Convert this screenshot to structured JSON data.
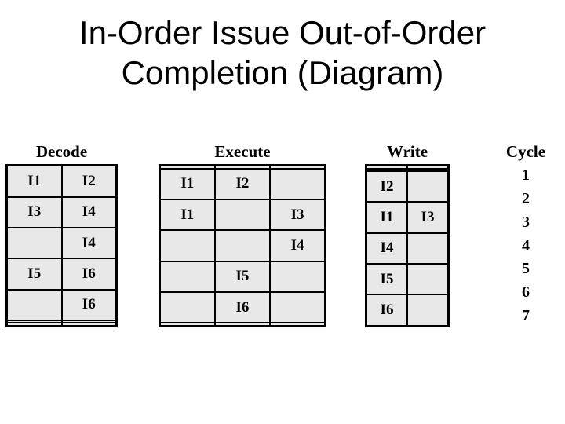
{
  "slide": {
    "title_line1": "In-Order Issue Out-of-Order",
    "title_line2": "Completion (Diagram)"
  },
  "diagram": {
    "stages": [
      {
        "name": "decode",
        "header": "Decode",
        "columns": 2,
        "rows": [
          [
            "I1",
            "I2"
          ],
          [
            "I3",
            "I4"
          ],
          [
            "",
            "I4"
          ],
          [
            "I5",
            "I6"
          ],
          [
            "",
            "I6"
          ],
          [
            "",
            ""
          ],
          [
            "",
            ""
          ]
        ]
      },
      {
        "name": "execute",
        "header": "Execute",
        "columns": 3,
        "rows": [
          [
            "",
            "",
            ""
          ],
          [
            "I1",
            "I2",
            ""
          ],
          [
            "I1",
            "",
            "I3"
          ],
          [
            "",
            "",
            "I4"
          ],
          [
            "",
            "I5",
            ""
          ],
          [
            "",
            "I6",
            ""
          ],
          [
            "",
            "",
            ""
          ]
        ]
      },
      {
        "name": "write",
        "header": "Write",
        "columns": 2,
        "rows": [
          [
            "",
            ""
          ],
          [
            "",
            ""
          ],
          [
            "I2",
            ""
          ],
          [
            "I1",
            "I3"
          ],
          [
            "I4",
            ""
          ],
          [
            "I5",
            ""
          ],
          [
            "I6",
            ""
          ]
        ]
      }
    ],
    "cycle": {
      "header": "Cycle",
      "values": [
        "1",
        "2",
        "3",
        "4",
        "5",
        "6",
        "7"
      ]
    },
    "colors": {
      "cell_fill": "#e8e8e8",
      "border": "#000000",
      "text": "#000000",
      "slide_background": "#ffffff"
    }
  }
}
